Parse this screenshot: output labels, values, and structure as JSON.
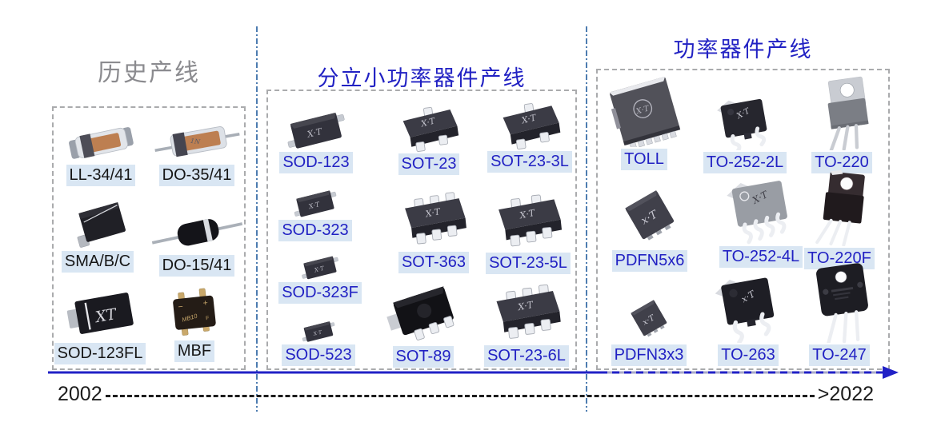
{
  "slide": {
    "sections": [
      {
        "title": "历史产线",
        "items": [
          {
            "label": "LL-34/41",
            "icon": "melf-diode-package-icon"
          },
          {
            "label": "DO-35/41",
            "icon": "axial-glass-diode-package-icon"
          },
          {
            "label": "SMA/B/C",
            "icon": "sma-smd-diode-package-icon"
          },
          {
            "label": "DO-15/41",
            "icon": "axial-black-diode-package-icon"
          },
          {
            "label": "SOD-123FL",
            "icon": "sod-123fl-package-icon"
          },
          {
            "label": "MBF",
            "icon": "mbf-bridge-rectifier-package-icon"
          }
        ]
      },
      {
        "title": "分立小功率器件产线",
        "items": [
          {
            "label": "SOD-123",
            "icon": "sod-smd-package-icon"
          },
          {
            "label": "SOT-23",
            "icon": "sot23-package-icon"
          },
          {
            "label": "SOT-23-3L",
            "icon": "sot23-package-icon"
          },
          {
            "label": "SOD-323",
            "icon": "sod-smd-package-icon"
          },
          {
            "label": "SOT-363",
            "icon": "sot-6lead-package-icon"
          },
          {
            "label": "SOT-23-5L",
            "icon": "sot-5lead-package-icon"
          },
          {
            "label": "SOD-323F",
            "icon": "sod-smd-package-icon"
          },
          {
            "label": "SOD-523",
            "icon": "sod-smd-package-icon"
          },
          {
            "label": "SOT-89",
            "icon": "sot89-package-icon"
          },
          {
            "label": "SOT-23-6L",
            "icon": "sot-6lead-package-icon"
          }
        ]
      },
      {
        "title": "功率器件产线",
        "items": [
          {
            "label": "TOLL",
            "icon": "toll-package-icon"
          },
          {
            "label": "TO-252-2L",
            "icon": "dpak-2lead-package-icon"
          },
          {
            "label": "TO-220",
            "icon": "to220-package-icon"
          },
          {
            "label": "PDFN5x6",
            "icon": "pdfn-package-icon"
          },
          {
            "label": "TO-252-4L",
            "icon": "dpak-4lead-package-icon"
          },
          {
            "label": "TO-220F",
            "icon": "to220f-package-icon"
          },
          {
            "label": "PDFN3x3",
            "icon": "pdfn-package-icon"
          },
          {
            "label": "TO-263",
            "icon": "to263-package-icon"
          },
          {
            "label": "TO-247",
            "icon": "to247-package-icon"
          }
        ]
      }
    ],
    "timeline": {
      "start_year": "2002",
      "end_year": ">2022"
    },
    "colors": {
      "accent_blue": "#2121c3",
      "label_highlight": "#d9e6f3",
      "divider_blue": "#4d7cb0",
      "box_border": "#aaabad",
      "header_gray": "#8b8b8f",
      "timeline_text": "#1c1c1c"
    }
  }
}
